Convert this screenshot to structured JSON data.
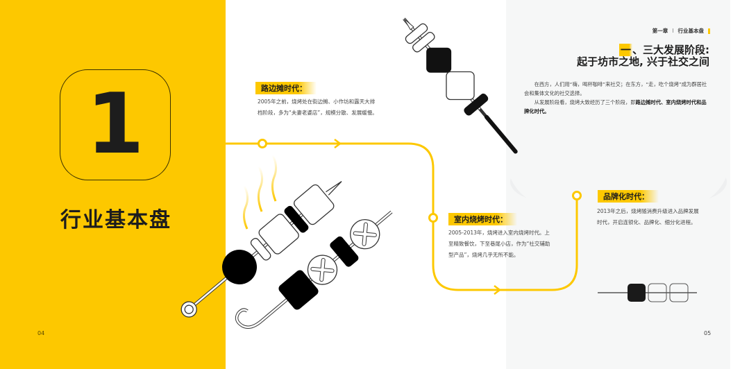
{
  "left_page": {
    "chapter_number": "1",
    "chapter_title": "行业基本盘",
    "page_number": "04",
    "background_color": "#fdc800"
  },
  "right_page": {
    "breadcrumb": {
      "chapter": "第一章",
      "separator": "I",
      "section": "行业基本盘"
    },
    "section_title": {
      "marker": "一",
      "line1_rest": "、三大发展阶段:",
      "line2": "起于坊市之地, 兴于社交之间"
    },
    "intro": {
      "para1": "在西方，人们用“嗨，喝杯咖啡”来社交；在东方，“走，吃个烧烤”成为群居社会和集体文化的社交选择。",
      "para2_prefix": "从发展阶段看，烧烤大致经历了三个阶段，即",
      "para2_bold": "路边摊时代、室内烧烤时代和品牌化时代。"
    },
    "page_number": "05"
  },
  "timeline": {
    "accent_color": "#fdc800",
    "stages": [
      {
        "label": "路边摊时代：",
        "text": "2005年之前，烧烤处在街边摊、小作坊和露天大排档阶段，多为“夫妻老婆店”，规模分散、发展缓慢。"
      },
      {
        "label": "室内烧烤时代：",
        "text": "2005-2013年，烧烤进入室内烧烤时代。上至精致餐饮，下至巷尾小店，作为“社交辅助型产品”，烧烤几乎无所不能。"
      },
      {
        "label": "品牌化时代：",
        "text": "2013年之后，烧烤随消费升级进入品牌发展时代，开启连锁化、品牌化、细分化进程。"
      }
    ]
  },
  "illustrations": {
    "skewer_pair": "skewer-illustration-with-steam",
    "skewer_diagonal": "skewer-illustration-diagonal",
    "skewer_horizontal": "skewer-illustration-horizontal"
  }
}
